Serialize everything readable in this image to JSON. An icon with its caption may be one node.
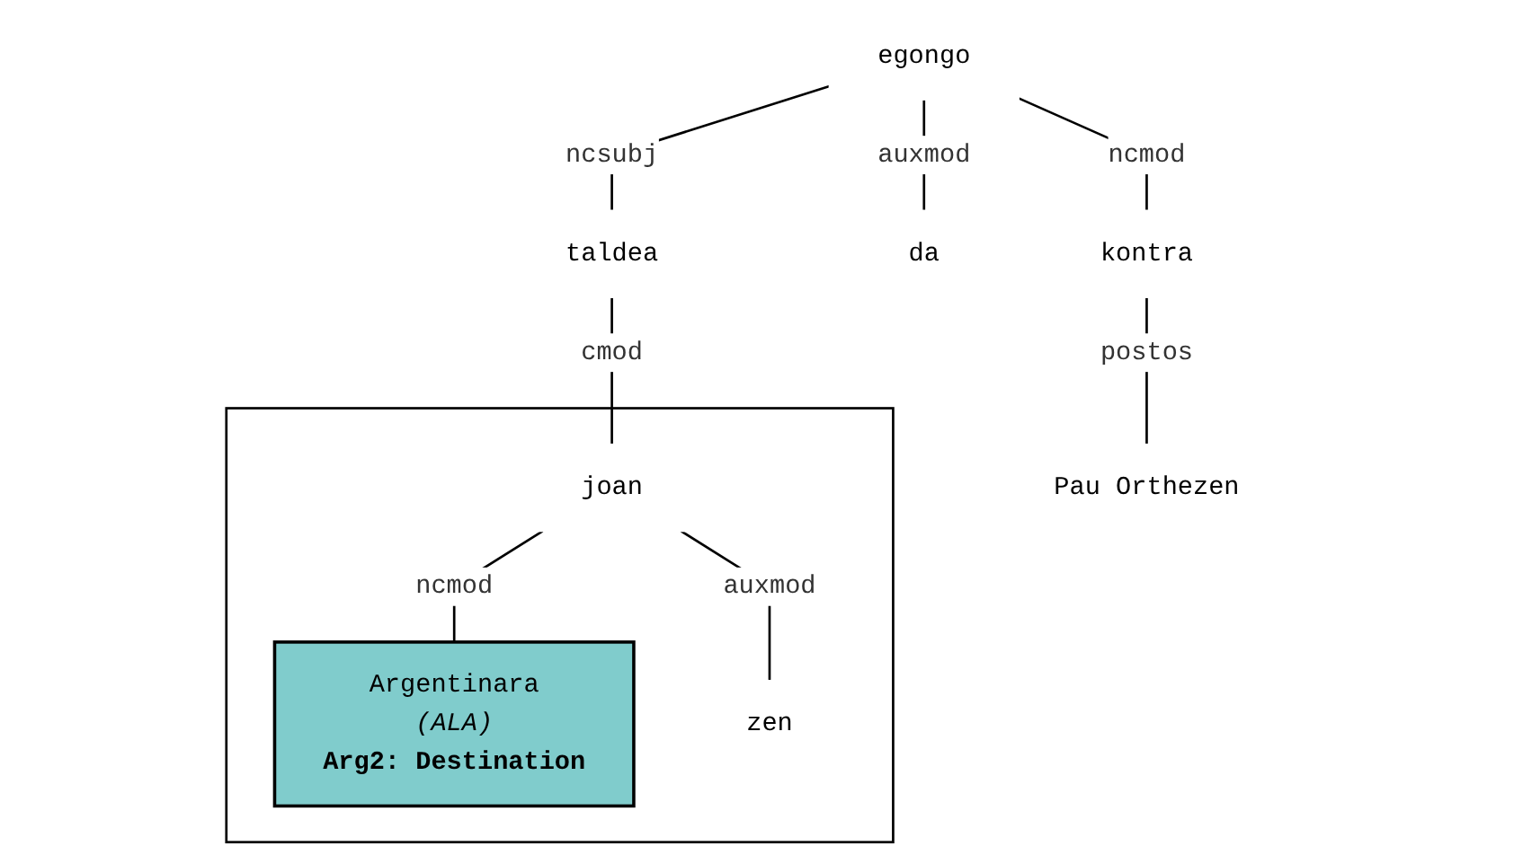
{
  "diagram": {
    "nodes": [
      {
        "text": [
          "egongo"
        ]
      },
      {
        "text": [
          "taldea"
        ]
      },
      {
        "text": [
          "da"
        ]
      },
      {
        "text": [
          "kontra"
        ]
      },
      {
        "text": [],
        "shape": "box"
      },
      {
        "text": [
          "joan"
        ],
        "in": 4
      },
      {
        "text": [
          "Pau Orthezen"
        ]
      },
      {
        "text": [
          "Argentinara",
          "(ALA)",
          "Arg2: Destination"
        ],
        "in": 4
      },
      {
        "text": [
          "zen"
        ],
        "in": 4
      }
    ],
    "edges": [
      {
        "from": 0,
        "to": 1,
        "arrow": "none",
        "label": "ncsubj"
      },
      {
        "from": 0,
        "to": 2,
        "arrow": "none",
        "label": "auxmod"
      },
      {
        "from": 0,
        "to": 3,
        "arrow": "none",
        "label": "ncmod"
      },
      {
        "from": 1,
        "to": 5,
        "arrow": "none",
        "label": "cmod"
      },
      {
        "from": 3,
        "to": 6,
        "arrow": "none",
        "label": "postos"
      },
      {
        "from": 5,
        "to": 7,
        "arrow": "none",
        "label": "ncmod"
      },
      {
        "from": 5,
        "to": 8,
        "arrow": "none",
        "label": "auxmod"
      }
    ]
  }
}
